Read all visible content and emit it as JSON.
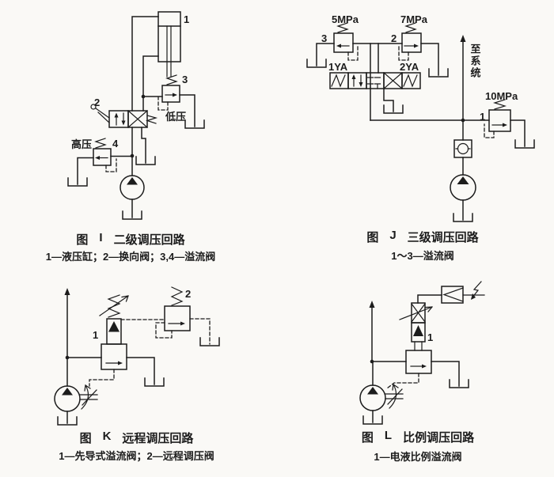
{
  "colors": {
    "paper": "#faf9f6",
    "ink": "#1c1c1c"
  },
  "figures": {
    "i": {
      "title": {
        "prefix": "图",
        "letter": "I",
        "name": "二级调压回路"
      },
      "caption": "1—液压缸；2—换向阀；3,4—溢流阀",
      "labels": {
        "cylinder": "1",
        "directional_valve": "2",
        "relief_low": "3",
        "relief_high": "4",
        "low_pressure": "低压",
        "high_pressure": "高压"
      }
    },
    "j": {
      "title": {
        "prefix": "图",
        "letter": "J",
        "name": "三级调压回路"
      },
      "caption": "1～3—溢流阀",
      "labels": {
        "relief3": "3",
        "relief2": "2",
        "relief1": "1",
        "pressure5": "5MPa",
        "pressure7": "7MPa",
        "pressure10": "10MPa",
        "solenoid_left": "1YA",
        "solenoid_right": "2YA",
        "to_system": "至系统"
      }
    },
    "k": {
      "title": {
        "prefix": "图",
        "letter": "K",
        "name": "远程调压回路"
      },
      "caption": "1—先导式溢流阀；2—远程调压阀",
      "labels": {
        "pilot_relief": "1",
        "remote_valve": "2"
      }
    },
    "l": {
      "title": {
        "prefix": "图",
        "letter": "L",
        "name": "比例调压回路"
      },
      "caption": "1—电液比例溢流阀",
      "labels": {
        "proportional_relief": "1"
      }
    }
  }
}
